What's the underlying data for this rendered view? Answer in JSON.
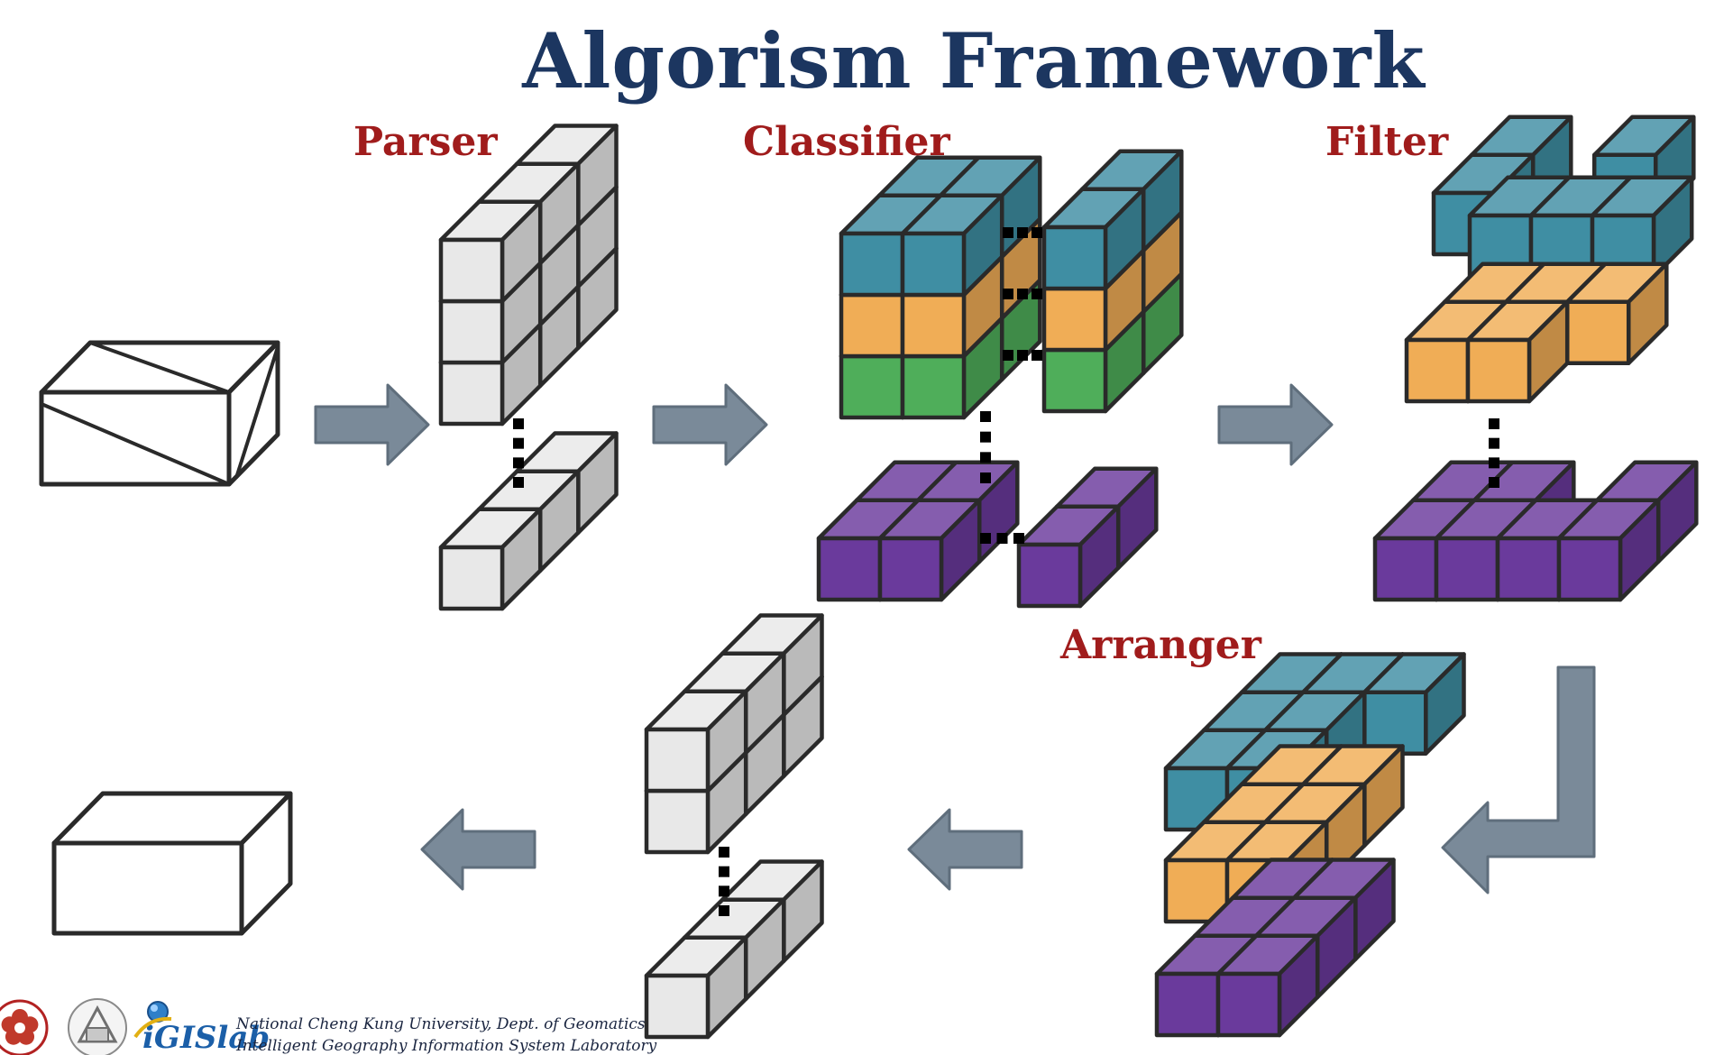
{
  "title": "Algorism Framework",
  "labels": {
    "parser": "Parser",
    "classifier": "Classifier",
    "filter": "Filter",
    "arranger": "Arranger"
  },
  "footer": {
    "line1": "National Cheng Kung University, Dept. of Geomatics",
    "line2": "Intelligent Geography Information System Laboratory",
    "logo_text": "iGISlab"
  },
  "colors": {
    "title": "#1c3660",
    "label": "#a01c1c",
    "teal": "#3f8ea3",
    "orange": "#f0ad56",
    "green": "#4fae5a",
    "purple": "#6a3a9c",
    "white_cube": "#e8e8e8",
    "arrow": "#7a8a99",
    "line": "#2a2a2a"
  }
}
